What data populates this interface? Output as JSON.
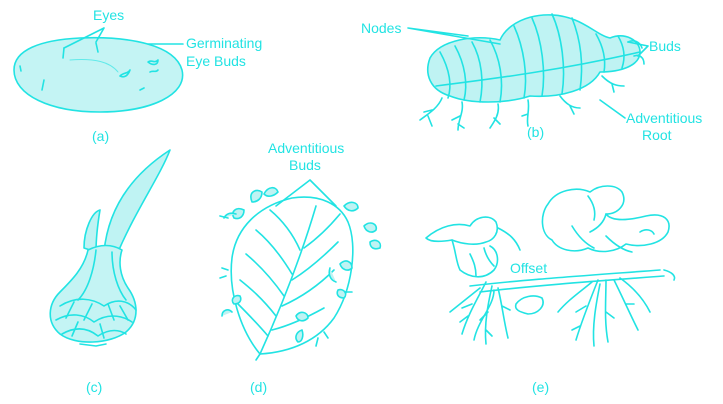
{
  "colors": {
    "line": "#22e3e3",
    "fill": "#b8f2f2",
    "fill_light": "#d6f8f8",
    "text": "#22e3e3",
    "background": "#ffffff"
  },
  "panel_a": {
    "caption": "(a)",
    "labels": {
      "eyes": "Eyes",
      "germinating_line1": "Germinating",
      "germinating_line2": "Eye Buds"
    }
  },
  "panel_b": {
    "caption": "(b)",
    "labels": {
      "nodes": "Nodes",
      "buds": "Buds",
      "root_line1": "Adventitious",
      "root_line2": "Root"
    }
  },
  "panel_c": {
    "caption": "(c)"
  },
  "panel_d": {
    "caption": "(d)",
    "labels": {
      "buds_line1": "Adventitious",
      "buds_line2": "Buds"
    }
  },
  "panel_e": {
    "caption": "(e)",
    "labels": {
      "offset": "Offset"
    }
  }
}
